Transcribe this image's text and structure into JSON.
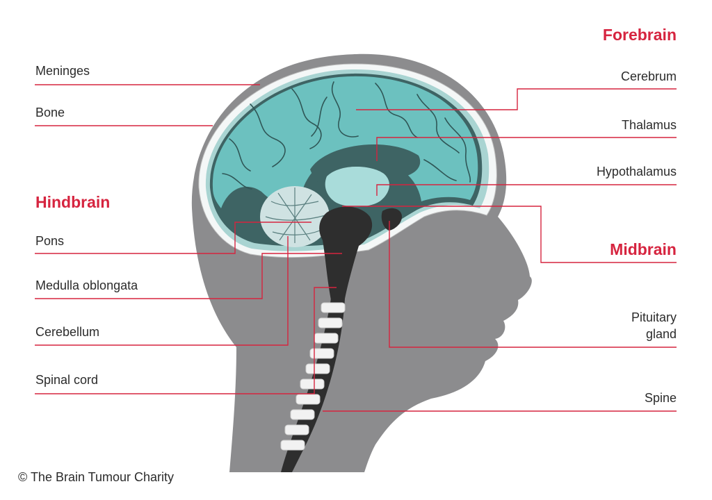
{
  "sections": {
    "forebrain": "Forebrain",
    "hindbrain": "Hindbrain",
    "midbrain": "Midbrain"
  },
  "labels_left": {
    "meninges": "Meninges",
    "bone": "Bone",
    "pons": "Pons",
    "medulla": "Medulla oblongata",
    "cerebellum": "Cerebellum",
    "spinal_cord": "Spinal cord"
  },
  "labels_right": {
    "cerebrum": "Cerebrum",
    "thalamus": "Thalamus",
    "hypothalamus": "Hypothalamus",
    "pituitary_line1": "Pituitary",
    "pituitary_line2": "gland",
    "spine": "Spine"
  },
  "copyright": "© The Brain Tumour Charity",
  "colors": {
    "accent": "#d6243f",
    "leader": "#d6243f",
    "head": "#8c8c8e",
    "skull_light": "#cfe6e6",
    "meninges": "#a9d4d2",
    "brain_dark": "#3e6464",
    "cerebrum": "#6cc1bf",
    "thalamus": "#a9dcda",
    "stem": "#2e2e2e",
    "vertebra": "#f2f2f2",
    "text": "#2b2b2b"
  }
}
